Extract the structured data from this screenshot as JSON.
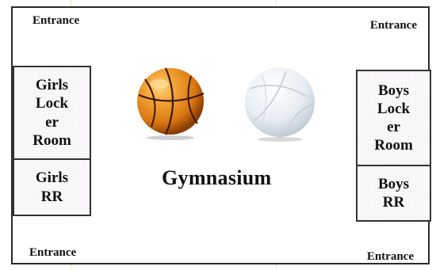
{
  "entrances": {
    "top_left": "Entrance",
    "top_right": "Entrance",
    "bottom_left": "Entrance",
    "bottom_right": "Entrance"
  },
  "rooms": {
    "girls_locker_room": "Girls\nLock\ner\nRoom",
    "girls_rr": "Girls\nRR",
    "boys_locker_room": "Boys\nLock\ner\nRoom",
    "boys_rr": "Boys\nRR"
  },
  "center_label": "Gymnasium",
  "icons": [
    "basketball-icon",
    "volleyball-icon"
  ],
  "colors": {
    "basketball": "#e38a1c",
    "volleyball": "#dfe7ee",
    "room_tint": "#f4eef5"
  }
}
